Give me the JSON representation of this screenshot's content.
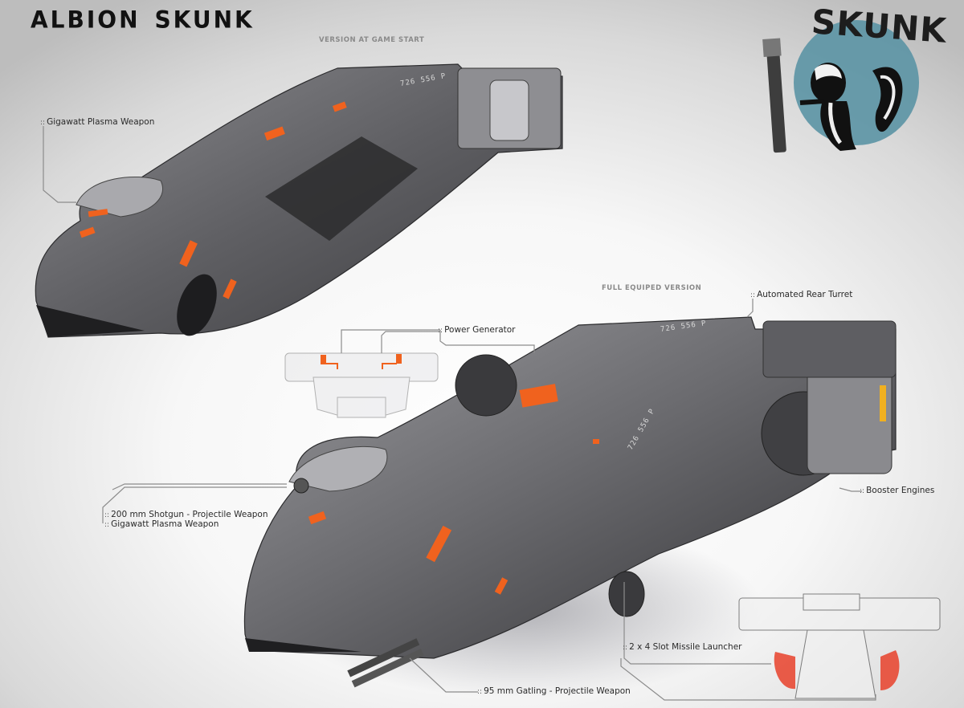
{
  "header": {
    "title_word1": "ALBION",
    "title_word2": "SKUNK"
  },
  "logo": {
    "text": "SKUNK",
    "circle_color": "#5b94a4",
    "description": "skunk character holding a large gun"
  },
  "sections": {
    "version_start": "VERSION AT GAME START",
    "version_full": "FULL EQUIPED VERSION"
  },
  "callouts": {
    "prefix": "::",
    "top_plasma": "Gigawatt Plasma Weapon",
    "rear_turret": "Automated Rear Turret",
    "power_generator": "Power Generator",
    "shotgun": "200 mm Shotgun - Projectile Weapon",
    "bottom_plasma": "Gigawatt Plasma Weapon",
    "booster_engines": "Booster Engines",
    "missile_launcher": "2 x 4 Slot Missile Launcher",
    "gatling": "95 mm Gatling - Projectile Weapon"
  },
  "hull_markings": {
    "top_ship": "726 556 P",
    "bottom_ship_roof": "726 556 P",
    "bottom_ship_side": "726 556 P"
  },
  "colors": {
    "hull": "#6b6b6e",
    "hull_dark": "#3a3a3c",
    "accent_orange": "#f0621e",
    "xray_red": "#e8412a",
    "leader_line": "#8c8c8c"
  }
}
